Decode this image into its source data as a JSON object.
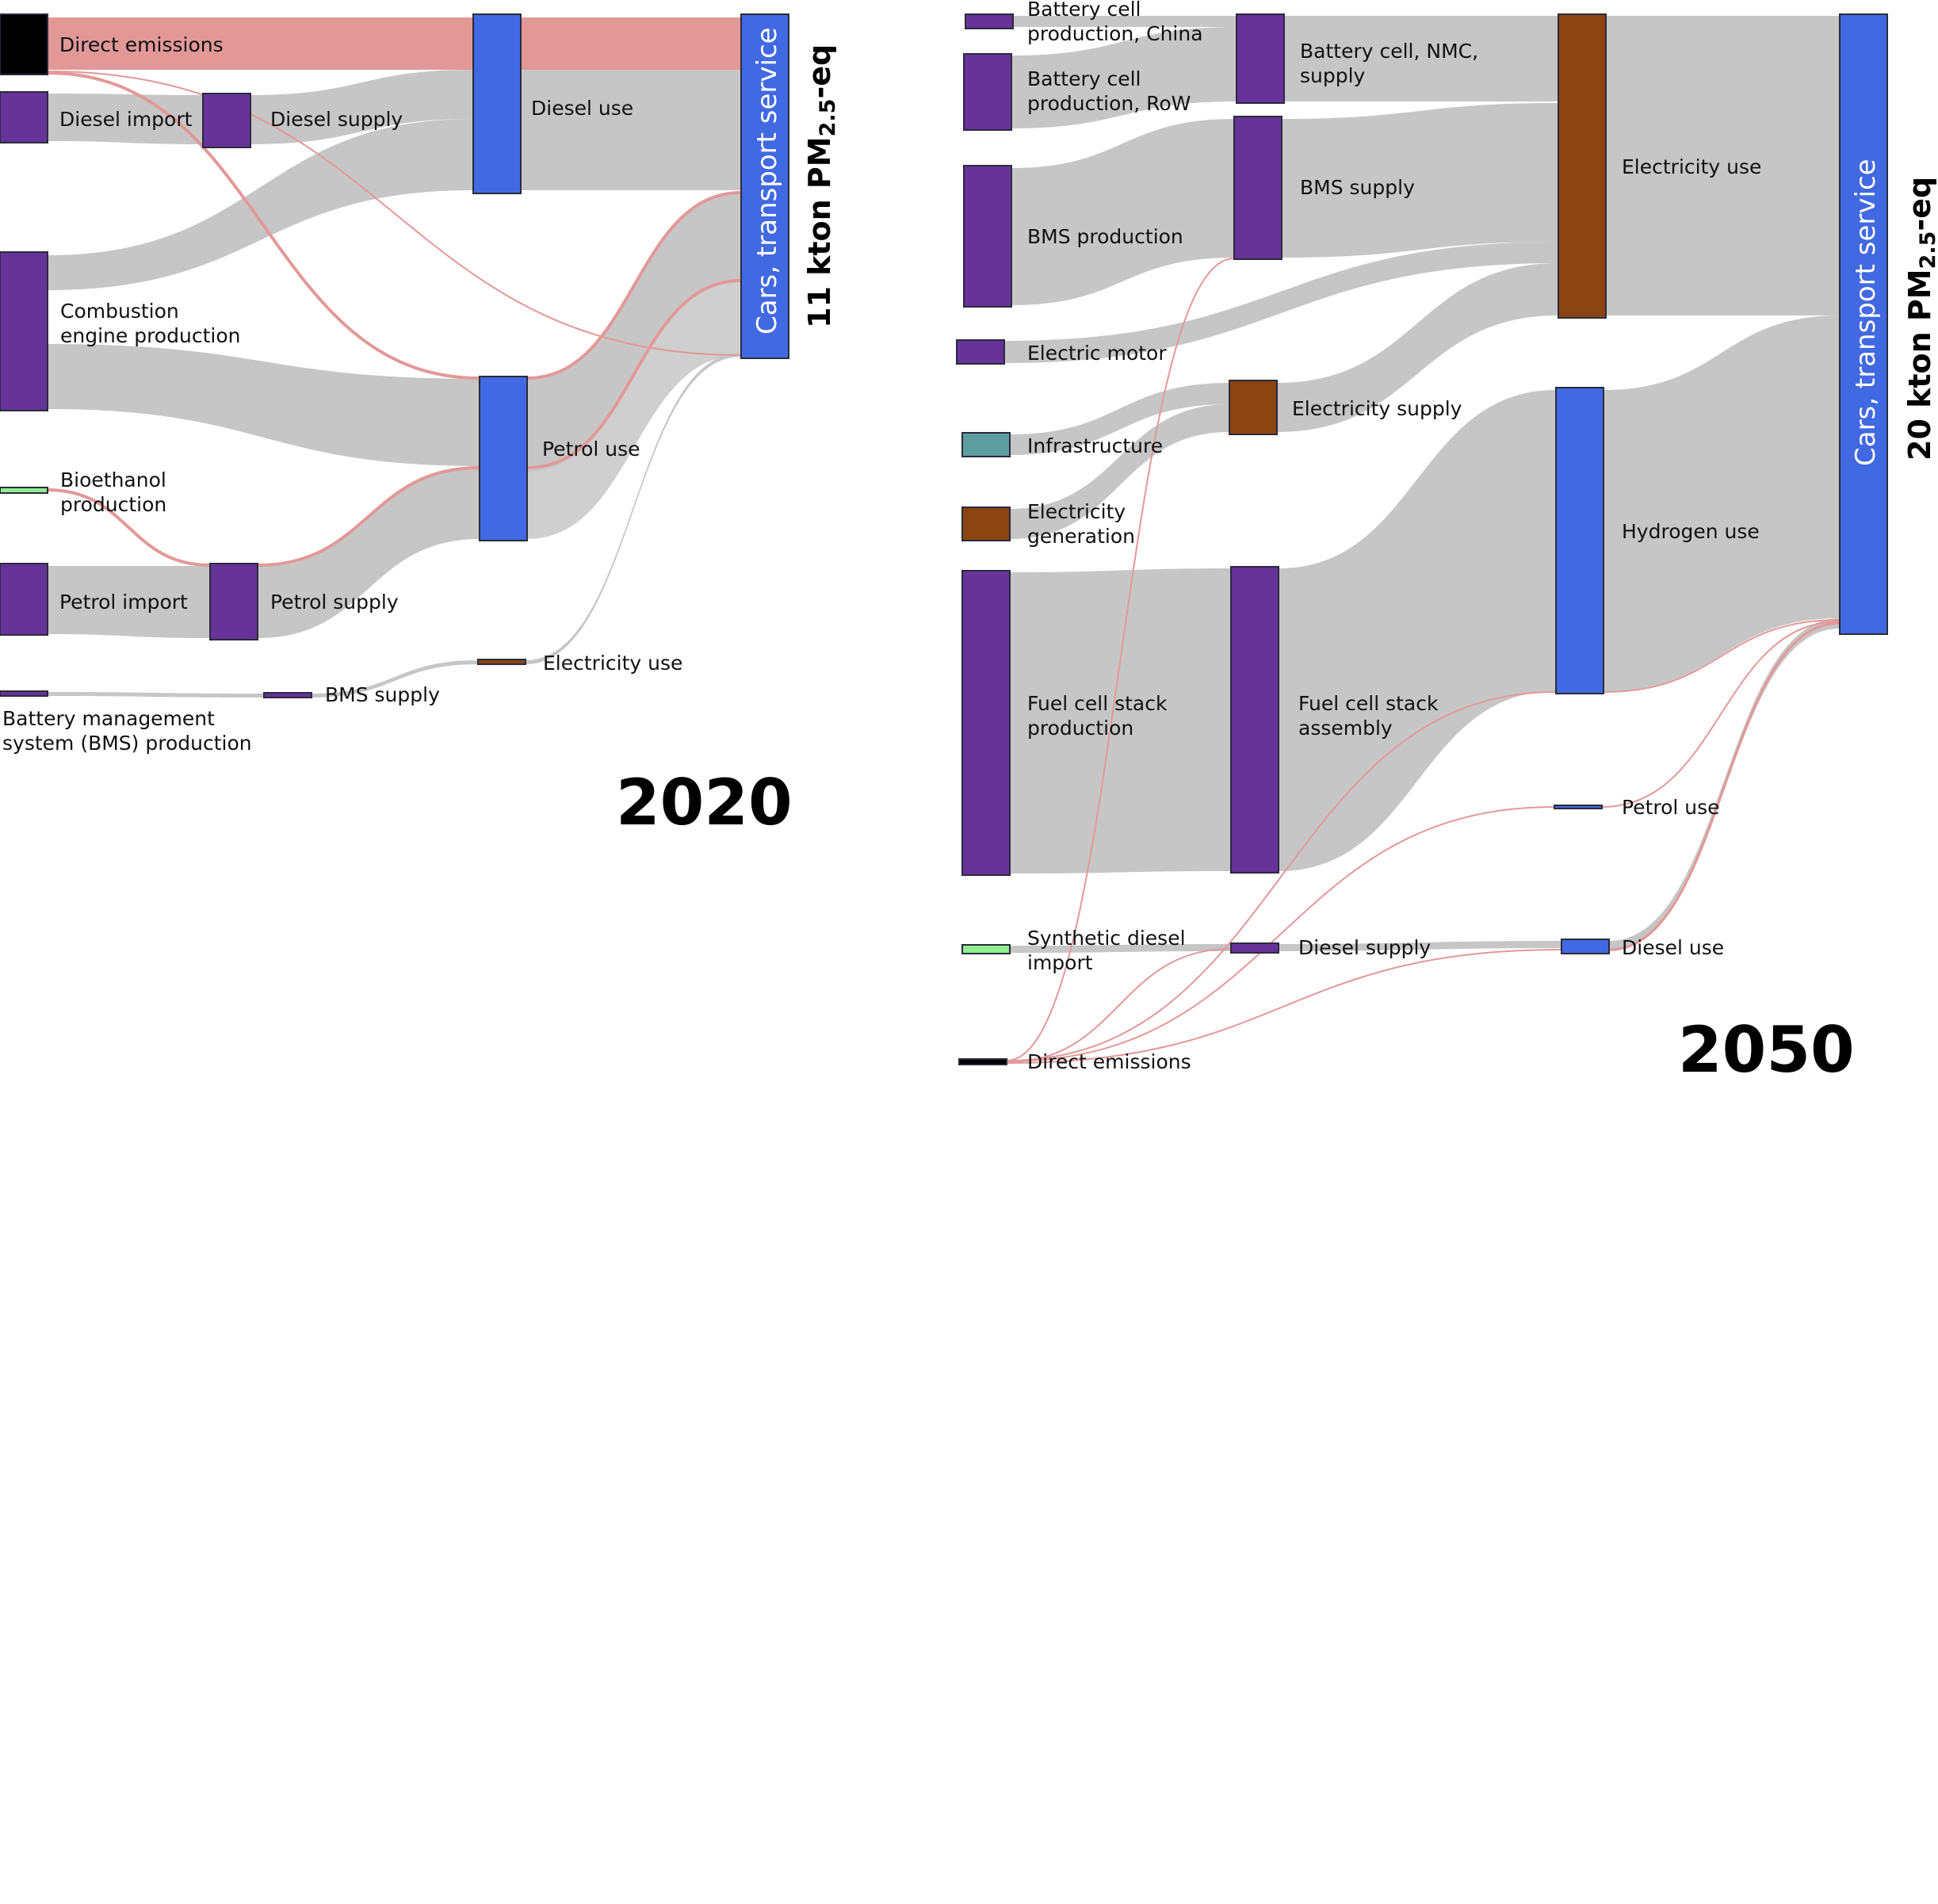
{
  "colors": {
    "production": "#663399",
    "use": "#4169e1",
    "electricity": "#8b4513",
    "emissions": "#000000",
    "bio": "#90ee90",
    "infrastructure": "#5f9ea0",
    "flow_gray": "#c6c6c6",
    "flow_red": "#e39898",
    "flow_dark": "#a8a8a8"
  },
  "panel_2020": {
    "year": "2020",
    "total": {
      "prefix": "11 kton PM",
      "sub": "2.5",
      "suffix": "-eq"
    },
    "labels": {
      "direct_emissions": "Direct emissions",
      "diesel_import": "Diesel import",
      "diesel_supply": "Diesel supply",
      "diesel_use": "Diesel use",
      "combustion_1": "Combustion",
      "combustion_2": "engine production",
      "bioethanol_1": "Bioethanol",
      "bioethanol_2": "production",
      "petrol_import": "Petrol import",
      "petrol_supply": "Petrol supply",
      "petrol_use": "Petrol use",
      "electricity_use": "Electricity use",
      "bms_prod_1": "Battery management",
      "bms_prod_2": "system (BMS) production",
      "bms_supply": "BMS supply",
      "sink": "Cars, transport service"
    }
  },
  "panel_2050": {
    "year": "2050",
    "total": {
      "prefix": "20 kton PM",
      "sub": "2.5",
      "suffix": "-eq"
    },
    "labels": {
      "bc_china_1": "Battery cell",
      "bc_china_2": "production, China",
      "bc_row_1": "Battery cell",
      "bc_row_2": "production, RoW",
      "bc_nmc_1": "Battery cell, NMC,",
      "bc_nmc_2": "supply",
      "bms_production": "BMS production",
      "bms_supply": "BMS supply",
      "electricity_use": "Electricity use",
      "electric_motor": "Electric motor",
      "electricity_supply": "Electricity supply",
      "infrastructure": "Infrastructure",
      "elec_gen_1": "Electricity",
      "elec_gen_2": "generation",
      "hydrogen_use": "Hydrogen use",
      "fcs_prod_1": "Fuel cell stack",
      "fcs_prod_2": "production",
      "fcs_asm_1": "Fuel cell stack",
      "fcs_asm_2": "assembly",
      "petrol_use": "Petrol use",
      "synth_1": "Synthetic diesel",
      "synth_2": "import",
      "diesel_supply": "Diesel supply",
      "diesel_use": "Diesel use",
      "direct_emissions": "Direct emissions",
      "sink": "Cars, transport service"
    }
  }
}
